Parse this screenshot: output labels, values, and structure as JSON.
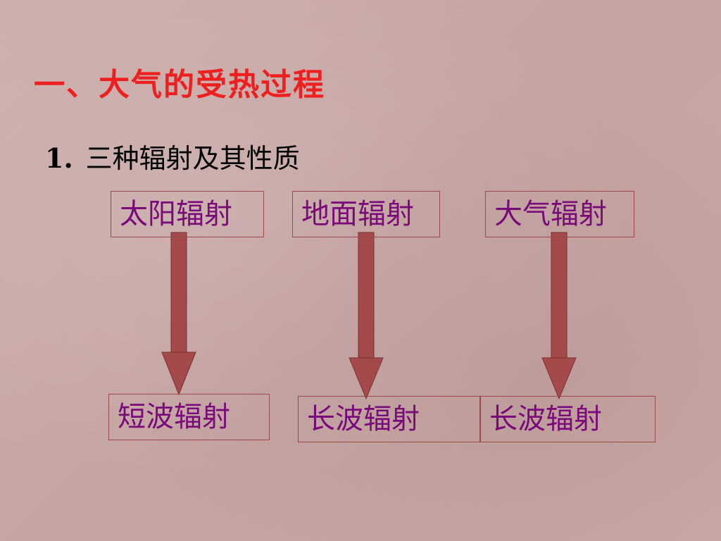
{
  "slide": {
    "title": "一、大气的受热过程",
    "subtitle_number": "1.",
    "subtitle_text": "三种辐射及其性质"
  },
  "diagram": {
    "sources": [
      "太阳辐射",
      "地面辐射",
      "大气辐射"
    ],
    "results": [
      "短波辐射",
      "长波辐射",
      "长波辐射"
    ]
  },
  "colors": {
    "title": "#ee1f1f",
    "box_text": "#7a0a7a",
    "box_border": "#9a4a4a",
    "arrow": "#a54a4a"
  }
}
